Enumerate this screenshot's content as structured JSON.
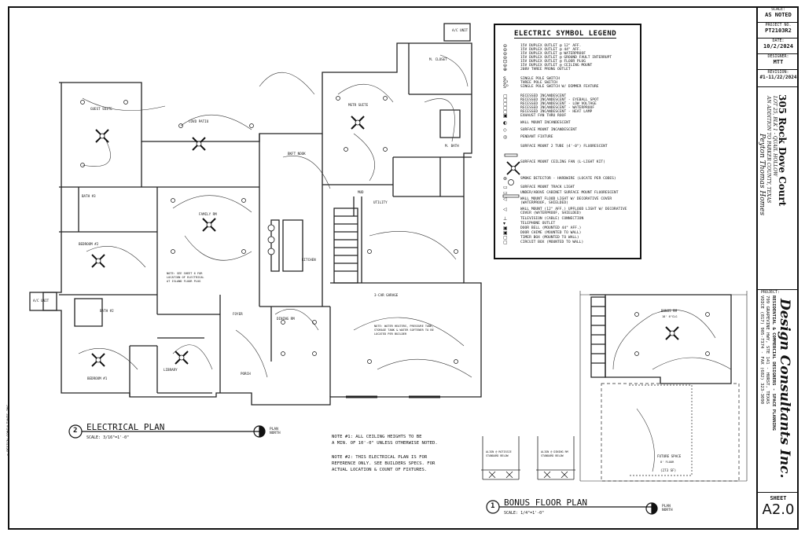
{
  "title_block": {
    "scale_label": "SCALE:",
    "scale": "AS NOTED",
    "project_label": "PROJECT NO.",
    "project": "PT2103R2",
    "date_label": "DATE:",
    "date": "10/2/2024",
    "designer_label": "DESIGNER:",
    "designer": "MTT",
    "revision_label": "REVISION:",
    "revision": "#1-11/22/2024",
    "project_title": "305 Rock Dove Court",
    "project_sub1": "LOT 25, BLK 1 - QUAIL HOLLOW",
    "project_sub2": "AN ADDITION TO PARKER COUNTY, TEXAS",
    "builder": "Peyton Thomas Homes",
    "project_cell_label": "PROJECT:",
    "firm": "Design Consultants Inc.",
    "firm_sub1": "RESIDENTIAL & COMMERCIAL DESIGNERS - SPACE PLANNING",
    "firm_sub2": "799 GRAPEVINE HWY, STE 141 - HURST, TEXAS",
    "firm_sub3": "VOICE (817) 905-7374 - FAX (682) 323-3090",
    "sheet_label": "SHEET",
    "sheet": "A2.0",
    "copyright": "© DESIGN CONSULTANTS INC."
  },
  "legend": {
    "title": "ELECTRIC SYMBOL LEGEND",
    "items": [
      "15V DUPLEX OUTLET @ 12\" AFF.",
      "15V DUPLEX OUTLET @ 44\" AFF.",
      "15V DUPLEX OUTLET @ WATERPROOF",
      "15V DUPLEX OUTLET @ GROUND FAULT INTERRUPT",
      "15V DUPLEX OUTLET @ FLOOR PLUG",
      "15V DUPLEX OUTLET @ CEILING MOUNT",
      "208V THREE PRONG OUTLET",
      "SINGLE POLE SWITCH",
      "THREE POLE SWITCH",
      "SINGLE POLE SWITCH W/ DIMMER FEATURE",
      "RECESSED INCANDESCENT",
      "RECESSED INCANDESCENT - EYEBALL SPOT",
      "RECESSED INCANDESCENT - LOW VOLTAGE",
      "RECESSED INCANDESCENT - WATERPROOF",
      "RECESSED INCANDESCENT - HEAT LAMP",
      "EXHAUST FAN THRU ROOF",
      "WALL MOUNT INCANDESCENT",
      "SURFACE MOUNT INCANDESCENT",
      "PENDANT FIXTURE",
      "SURFACE MOUNT 2 TUBE (4'-0\") FLUORESCENT",
      "SURFACE MOUNT CEILING FAN (L-LIGHT KIT)",
      "SMOKE DETECTOR - HARDWIRE (LOCATE PER CODES)",
      "SURFACE MOUNT TRACK LIGHT",
      "UNDER/ABOVE CABINET SURFACE MOUNT FLUORESCENT",
      "WALL MOUNT FLOOD LIGHT W/ DECORATIVE COVER",
      "(WATERPROOF, SHIELDED)",
      "WALL MOUNT (12\" AFF.) UPFLOOD LIGHT W/ DECORATIVE",
      "COVER (WATERPROOF, SHIELDED)",
      "TELEVISION (CABLE) CONNECTION",
      "TELEPHONE OUTLET",
      "DOOR BELL (MOUNTED 44\" AFF.)",
      "DOOR CHIME (MOUNTED TO WALL)",
      "TIMER BOX (MOUNTED TO WALL)",
      "CIRCUIT BOX (MOUNTED TO WALL)"
    ]
  },
  "rooms": {
    "ac1": "A/C UNIT",
    "ac2": "A/C UNIT",
    "guest_suite": "GUEST SUITE",
    "covd_patio": "COVD PATIO",
    "mstr_suite": "MSTR SUITE",
    "closet": "M. CLOSET",
    "mbath": "M. BATH",
    "bkft_nook": "BKFT NOOK",
    "bath3": "BATH #3",
    "family": "FAMILY RM",
    "mud": "MUD",
    "utility": "UTILITY",
    "bedroom2": "BEDROOM #2",
    "kitchen": "KITCHEN",
    "bath2": "BATH #2",
    "foyer": "FOYER",
    "dining": "DINING RM",
    "garage": "3-CAR GARAGE",
    "library": "LIBRARY",
    "bedroom1": "BEDROOM #1",
    "porch": "PORCH",
    "bonus": "BONUS RM",
    "bonus_size": "18' 6\"CLG",
    "future": "FUTURE SPACE",
    "future_size": "8' FLOOR",
    "future_sf": "(273 SF)"
  },
  "plan_notes": {
    "island": "NOTE: SEE SHEET 6 FOR\nLOCATION OF ELECTRICAL\nAT ISLAND FLOOR PLUG",
    "garage": "NOTE: WATER HEATERS, PRESSURE TANK,\nSTORAGE TANK & WATER SOFTENER TO BE\nLOCATED PER BUILDER"
  },
  "electrical_plan": {
    "number": "2",
    "title": "ELECTRICAL PLAN",
    "scale": "SCALE: 3/16\"=1'-0\"",
    "north": "PLAN\nNORTH"
  },
  "notes": {
    "note1": "NOTE #1: ALL CEILING HEIGHTS TO BE\nA MIN. OF 10'-0\" UNLESS OTHERWISE NOTED.",
    "note2": "NOTE #2: THIS ELECTRICAL PLAN IS FOR\nREFERENCE ONLY. SEE BUILDERS SPECS. FOR\nACTUAL LOCATION & COUNT OF FIXTURES."
  },
  "details": {
    "d1": "ALIGN @ ROTISSIE\nSTANDARD BELOW",
    "d2": "ALIGN @ DINING RM\nSTANDARD BELOW"
  },
  "bonus_plan": {
    "number": "1",
    "title": "BONUS FLOOR PLAN",
    "scale": "SCALE: 1/4\"=1'-0\"",
    "north": "PLAN\nNORTH"
  }
}
